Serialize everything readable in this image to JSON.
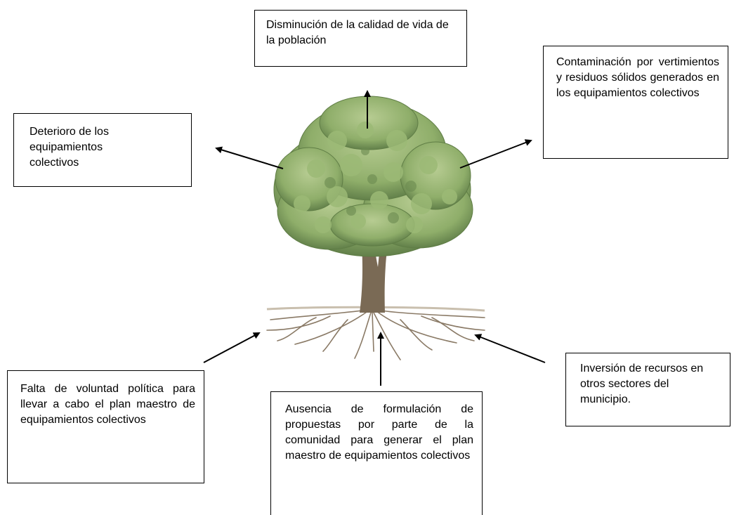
{
  "effects": {
    "top": "Disminución de la calidad de vida de la población",
    "top_right": "Contaminación por vertimientos y residuos sólidos generados en los equipamientos colectivos",
    "top_left": "Deterioro de los equipamientos colectivos"
  },
  "causes": {
    "bottom_left": "Falta de voluntad política para llevar a cabo el plan maestro de equipamientos colectivos",
    "bottom_center": "Ausencia de formulación de propuestas por parte de la comunidad para generar el plan maestro de equipamientos colectivos",
    "bottom_right": "Inversión de recursos en otros sectores del municipio."
  },
  "colors": {
    "foliage": "#8fae6a",
    "foliage_dark": "#5f7d45",
    "trunk": "#7a6a55",
    "roots": "#8a7a66",
    "arrow": "#000000"
  }
}
